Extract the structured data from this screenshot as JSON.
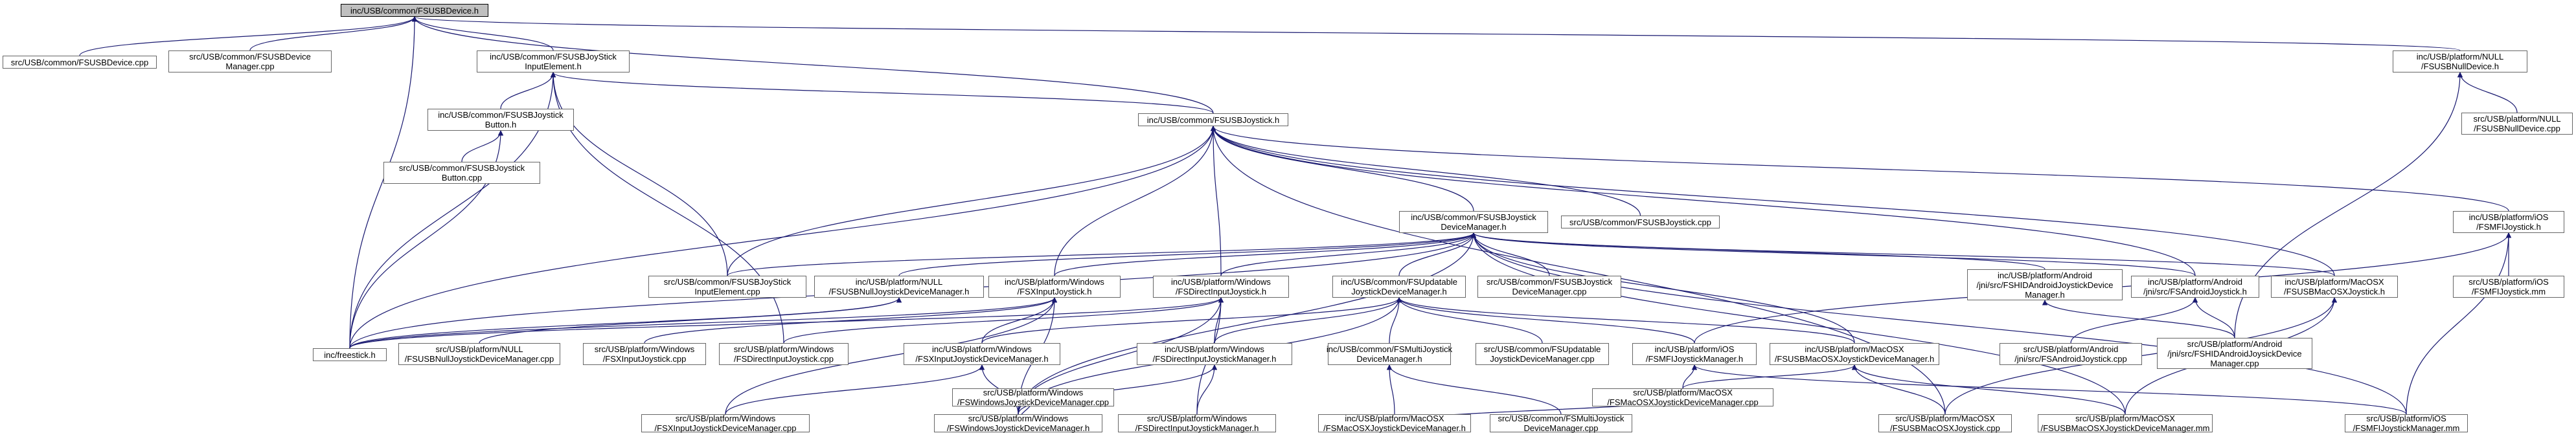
{
  "graph": {
    "root": "n0",
    "nodes": [
      {
        "id": "n0",
        "lines": [
          "inc/USB/common/FSUSBDevice.h"
        ],
        "root": true
      },
      {
        "id": "n1",
        "lines": [
          "src/USB/common/FSUSBDevice.cpp"
        ]
      },
      {
        "id": "n2",
        "lines": [
          "src/USB/common/FSUSBDevice",
          "Manager.cpp"
        ]
      },
      {
        "id": "n3",
        "lines": [
          "inc/USB/common/FSUSBJoyStick",
          "InputElement.h"
        ]
      },
      {
        "id": "n4",
        "lines": [
          "inc/USB/platform/NULL",
          "/FSUSBNullDevice.h"
        ]
      },
      {
        "id": "n5",
        "lines": [
          "inc/USB/common/FSUSBJoystick",
          "Button.h"
        ]
      },
      {
        "id": "n6",
        "lines": [
          "inc/USB/common/FSUSBJoystick.h"
        ]
      },
      {
        "id": "n7",
        "lines": [
          "src/USB/platform/NULL",
          "/FSUSBNullDevice.cpp"
        ]
      },
      {
        "id": "n8",
        "lines": [
          "src/USB/common/FSUSBJoystick",
          "Button.cpp"
        ]
      },
      {
        "id": "n9",
        "lines": [
          "inc/USB/common/FSUSBJoystick",
          "DeviceManager.h"
        ]
      },
      {
        "id": "n10",
        "lines": [
          "src/USB/common/FSUSBJoystick.cpp"
        ]
      },
      {
        "id": "n11",
        "lines": [
          "inc/USB/platform/iOS",
          "/FSMFIJoystick.h"
        ]
      },
      {
        "id": "n12",
        "lines": [
          "src/USB/common/FSUSBJoyStick",
          "InputElement.cpp"
        ]
      },
      {
        "id": "n13",
        "lines": [
          "inc/USB/platform/NULL",
          "/FSUSBNullJoystickDeviceManager.h"
        ]
      },
      {
        "id": "n14",
        "lines": [
          "inc/USB/platform/Windows",
          "/FSXInputJoystick.h"
        ]
      },
      {
        "id": "n15",
        "lines": [
          "inc/USB/platform/Windows",
          "/FSDirectInputJoystick.h"
        ]
      },
      {
        "id": "n16",
        "lines": [
          "inc/USB/common/FSUpdatable",
          "JoystickDeviceManager.h"
        ]
      },
      {
        "id": "n17",
        "lines": [
          "src/USB/common/FSUSBJoystick",
          "DeviceManager.cpp"
        ]
      },
      {
        "id": "n18",
        "lines": [
          "inc/USB/platform/Android",
          "/jni/src/FSHIDAndroidJoystickDevice",
          "Manager.h"
        ]
      },
      {
        "id": "n19",
        "lines": [
          "inc/USB/platform/Android",
          "/jni/src/FSAndroidJoystick.h"
        ]
      },
      {
        "id": "n20",
        "lines": [
          "inc/USB/platform/MacOSX",
          "/FSUSBMacOSXJoystick.h"
        ]
      },
      {
        "id": "n21",
        "lines": [
          "src/USB/platform/iOS",
          "/FSMFIJoystick.mm"
        ]
      },
      {
        "id": "n22",
        "lines": [
          "inc/freestick.h"
        ]
      },
      {
        "id": "n23",
        "lines": [
          "src/USB/platform/NULL",
          "/FSUSBNullJoystickDeviceManager.cpp"
        ]
      },
      {
        "id": "n24",
        "lines": [
          "src/USB/platform/Windows",
          "/FSXInputJoystick.cpp"
        ]
      },
      {
        "id": "n25",
        "lines": [
          "src/USB/platform/Windows",
          "/FSDirectInputJoystick.cpp"
        ]
      },
      {
        "id": "n26",
        "lines": [
          "inc/USB/platform/Windows",
          "/FSXInputJoystickDeviceManager.h"
        ]
      },
      {
        "id": "n27",
        "lines": [
          "inc/USB/platform/Windows",
          "/FSDirectInputJoystickManager.h"
        ]
      },
      {
        "id": "n28",
        "lines": [
          "inc/USB/common/FSMultiJoystick",
          "DeviceManager.h"
        ]
      },
      {
        "id": "n29",
        "lines": [
          "src/USB/common/FSUpdatable",
          "JoystickDeviceManager.cpp"
        ]
      },
      {
        "id": "n30",
        "lines": [
          "inc/USB/platform/iOS",
          "/FSMFIJoystickManager.h"
        ]
      },
      {
        "id": "n31",
        "lines": [
          "inc/USB/platform/MacOSX",
          "/FSUSBMacOSXJoystickDeviceManager.h"
        ]
      },
      {
        "id": "n32",
        "lines": [
          "src/USB/platform/Android",
          "/jni/src/FSAndroidJoystick.cpp"
        ]
      },
      {
        "id": "n33",
        "lines": [
          "src/USB/platform/Android",
          "/jni/src/FSHIDAndroidJoysickDevice",
          "Manager.cpp"
        ]
      },
      {
        "id": "n34",
        "lines": [
          "src/USB/platform/Windows",
          "/FSXInputJoystickDeviceManager.cpp"
        ]
      },
      {
        "id": "n35",
        "lines": [
          "src/USB/platform/Windows",
          "/FSWindowsJoystickDeviceManager.h"
        ]
      },
      {
        "id": "n36",
        "lines": [
          "src/USB/platform/Windows",
          "/FSDirectInputJoystickManager.h"
        ]
      },
      {
        "id": "n37",
        "lines": [
          "inc/USB/platform/MacOSX",
          "/FSMacOSXJoystickDeviceManager.h"
        ]
      },
      {
        "id": "n38",
        "lines": [
          "src/USB/common/FSMultiJoystick",
          "DeviceManager.cpp"
        ]
      },
      {
        "id": "n39",
        "lines": [
          "src/USB/platform/MacOSX",
          "/FSUSBMacOSXJoystick.cpp"
        ]
      },
      {
        "id": "n40",
        "lines": [
          "src/USB/platform/MacOSX",
          "/FSUSBMacOSXJoystickDeviceManager.mm"
        ]
      },
      {
        "id": "n41",
        "lines": [
          "src/USB/platform/iOS",
          "/FSMFIJoystickManager.mm"
        ]
      },
      {
        "id": "n42",
        "lines": [
          "src/USB/platform/Windows",
          "/FSWindowsJoystickDeviceManager.cpp"
        ]
      },
      {
        "id": "n43",
        "lines": [
          "src/USB/platform/MacOSX",
          "/FSMacOSXJoystickDeviceManager.cpp"
        ]
      }
    ],
    "edges": [
      [
        "n1",
        "n0"
      ],
      [
        "n2",
        "n0"
      ],
      [
        "n3",
        "n0"
      ],
      [
        "n4",
        "n0"
      ],
      [
        "n6",
        "n0"
      ],
      [
        "n22",
        "n0"
      ],
      [
        "n5",
        "n3"
      ],
      [
        "n6",
        "n3"
      ],
      [
        "n12",
        "n3"
      ],
      [
        "n25",
        "n3"
      ],
      [
        "n22",
        "n3"
      ],
      [
        "n7",
        "n4"
      ],
      [
        "n33",
        "n4"
      ],
      [
        "n8",
        "n5"
      ],
      [
        "n22",
        "n5"
      ],
      [
        "n9",
        "n6"
      ],
      [
        "n10",
        "n6"
      ],
      [
        "n11",
        "n6"
      ],
      [
        "n12",
        "n6"
      ],
      [
        "n14",
        "n6"
      ],
      [
        "n15",
        "n6"
      ],
      [
        "n19",
        "n6"
      ],
      [
        "n20",
        "n6"
      ],
      [
        "n22",
        "n6"
      ],
      [
        "n39",
        "n6"
      ],
      [
        "n13",
        "n9"
      ],
      [
        "n14",
        "n9"
      ],
      [
        "n15",
        "n9"
      ],
      [
        "n16",
        "n9"
      ],
      [
        "n17",
        "n9"
      ],
      [
        "n18",
        "n9"
      ],
      [
        "n19",
        "n9"
      ],
      [
        "n20",
        "n9"
      ],
      [
        "n22",
        "n9"
      ],
      [
        "n31",
        "n9"
      ],
      [
        "n35",
        "n9"
      ],
      [
        "n40",
        "n9"
      ],
      [
        "n41",
        "n9"
      ],
      [
        "n12",
        "n9"
      ],
      [
        "n21",
        "n11"
      ],
      [
        "n30",
        "n11"
      ],
      [
        "n41",
        "n11"
      ],
      [
        "n22",
        "n13"
      ],
      [
        "n23",
        "n13"
      ],
      [
        "n24",
        "n14"
      ],
      [
        "n26",
        "n14"
      ],
      [
        "n34",
        "n14"
      ],
      [
        "n35",
        "n14"
      ],
      [
        "n22",
        "n14"
      ],
      [
        "n25",
        "n15"
      ],
      [
        "n27",
        "n15"
      ],
      [
        "n35",
        "n15"
      ],
      [
        "n36",
        "n15"
      ],
      [
        "n22",
        "n15"
      ],
      [
        "n26",
        "n16"
      ],
      [
        "n27",
        "n16"
      ],
      [
        "n28",
        "n16"
      ],
      [
        "n29",
        "n16"
      ],
      [
        "n30",
        "n16"
      ],
      [
        "n31",
        "n16"
      ],
      [
        "n35",
        "n16"
      ],
      [
        "n33",
        "n18"
      ],
      [
        "n32",
        "n19"
      ],
      [
        "n33",
        "n19"
      ],
      [
        "n39",
        "n20"
      ],
      [
        "n40",
        "n20"
      ],
      [
        "n37",
        "n28"
      ],
      [
        "n38",
        "n28"
      ],
      [
        "n41",
        "n30"
      ],
      [
        "n43",
        "n30"
      ],
      [
        "n39",
        "n31"
      ],
      [
        "n40",
        "n31"
      ],
      [
        "n43",
        "n31"
      ],
      [
        "n34",
        "n26"
      ],
      [
        "n35",
        "n26"
      ],
      [
        "n35",
        "n27"
      ],
      [
        "n36",
        "n27"
      ],
      [
        "n42",
        "n35"
      ],
      [
        "n43",
        "n37"
      ]
    ]
  }
}
